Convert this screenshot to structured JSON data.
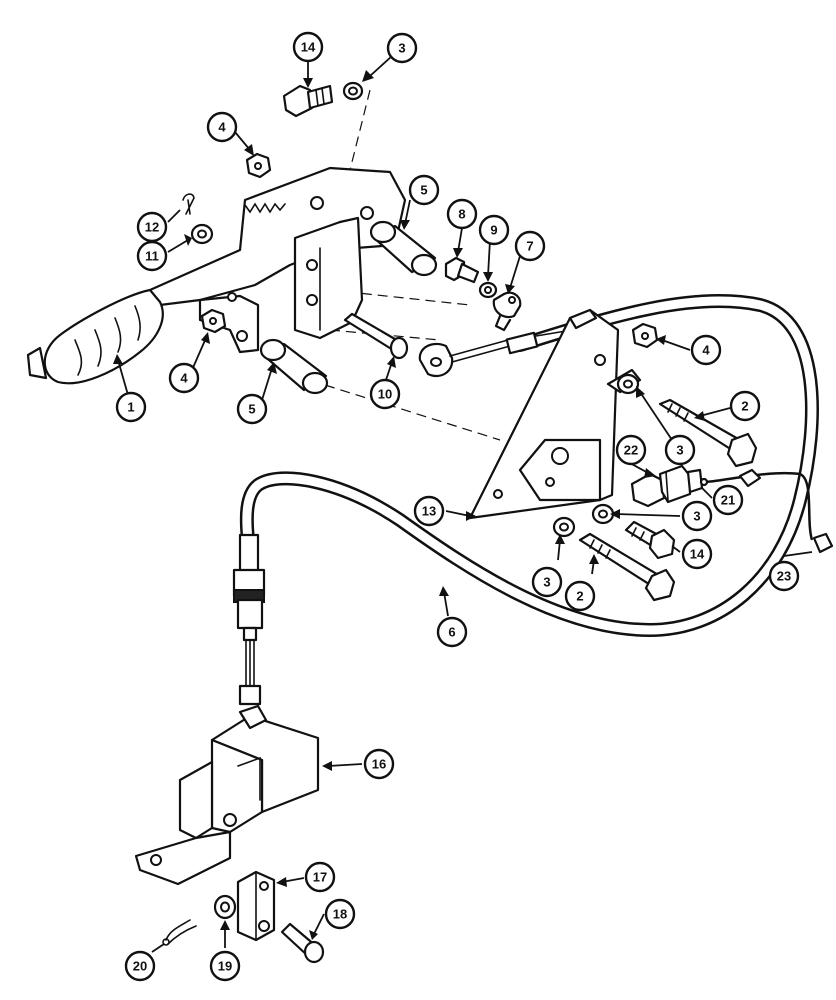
{
  "diagram": {
    "callouts": [
      {
        "key": "c14a",
        "label": "14"
      },
      {
        "key": "c3a",
        "label": "3"
      },
      {
        "key": "c4a",
        "label": "4"
      },
      {
        "key": "c12",
        "label": "12"
      },
      {
        "key": "c11",
        "label": "11"
      },
      {
        "key": "c5a",
        "label": "5"
      },
      {
        "key": "c8",
        "label": "8"
      },
      {
        "key": "c9",
        "label": "9"
      },
      {
        "key": "c7",
        "label": "7"
      },
      {
        "key": "c1",
        "label": "1"
      },
      {
        "key": "c4b",
        "label": "4"
      },
      {
        "key": "c5b",
        "label": "5"
      },
      {
        "key": "c10",
        "label": "10"
      },
      {
        "key": "c4c",
        "label": "4"
      },
      {
        "key": "c2a",
        "label": "2"
      },
      {
        "key": "c3b",
        "label": "3"
      },
      {
        "key": "c22",
        "label": "22"
      },
      {
        "key": "c21",
        "label": "21"
      },
      {
        "key": "c13",
        "label": "13"
      },
      {
        "key": "c3c",
        "label": "3"
      },
      {
        "key": "c14b",
        "label": "14"
      },
      {
        "key": "c3d",
        "label": "3"
      },
      {
        "key": "c2b",
        "label": "2"
      },
      {
        "key": "c23",
        "label": "23"
      },
      {
        "key": "c6",
        "label": "6"
      },
      {
        "key": "c16",
        "label": "16"
      },
      {
        "key": "c17",
        "label": "17"
      },
      {
        "key": "c18",
        "label": "18"
      },
      {
        "key": "c19",
        "label": "19"
      },
      {
        "key": "c20",
        "label": "20"
      }
    ]
  }
}
